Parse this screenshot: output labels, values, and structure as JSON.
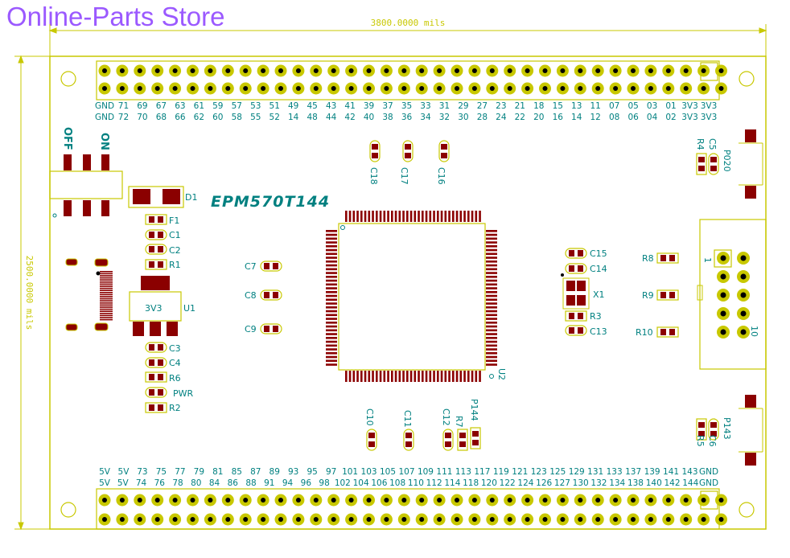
{
  "watermark": "Online-Parts Store",
  "dimensions": {
    "width": "3800.0000 mils",
    "height": "2500.0000 mils"
  },
  "chip_label": "EPM570T144",
  "switch": {
    "off": "OFF",
    "on": "ON"
  },
  "regulator_label": "3V3",
  "header_top": {
    "row1": [
      "GND",
      "71",
      "69",
      "67",
      "63",
      "61",
      "59",
      "57",
      "53",
      "51",
      "49",
      "45",
      "43",
      "41",
      "39",
      "37",
      "35",
      "33",
      "31",
      "29",
      "27",
      "23",
      "21",
      "18",
      "15",
      "13",
      "11",
      "07",
      "05",
      "03",
      "01",
      "3V3",
      "3V3"
    ],
    "row2": [
      "GND",
      "72",
      "70",
      "68",
      "66",
      "62",
      "60",
      "58",
      "55",
      "52",
      "14",
      "48",
      "44",
      "42",
      "40",
      "38",
      "36",
      "34",
      "32",
      "30",
      "28",
      "24",
      "22",
      "20",
      "16",
      "14",
      "12",
      "08",
      "06",
      "04",
      "02",
      "3V3",
      "3V3"
    ]
  },
  "header_bottom": {
    "row1": [
      "5V",
      "5V",
      "73",
      "75",
      "77",
      "79",
      "81",
      "85",
      "87",
      "89",
      "93",
      "95",
      "97",
      "101",
      "103",
      "105",
      "107",
      "109",
      "111",
      "113",
      "117",
      "119",
      "121",
      "123",
      "125",
      "129",
      "131",
      "133",
      "137",
      "139",
      "141",
      "143",
      "GND"
    ],
    "row2": [
      "5V",
      "5V",
      "74",
      "76",
      "78",
      "80",
      "84",
      "86",
      "88",
      "91",
      "94",
      "96",
      "98",
      "102",
      "104",
      "106",
      "108",
      "110",
      "112",
      "114",
      "118",
      "120",
      "122",
      "124",
      "126",
      "127",
      "130",
      "132",
      "134",
      "138",
      "140",
      "142",
      "144",
      "GND"
    ]
  },
  "labels": {
    "D1": "D1",
    "F1": "F1",
    "C1": "C1",
    "C2": "C2",
    "R1": "R1",
    "U1": "U1",
    "C3": "C3",
    "C4": "C4",
    "R6": "R6",
    "PWR": "PWR",
    "R2": "R2",
    "C7": "C7",
    "C8": "C8",
    "C9": "C9",
    "C18": "C18",
    "C17": "C17",
    "C16": "C16",
    "U2": "U2",
    "C10": "C10",
    "C11": "C11",
    "C12": "C12",
    "R7": "R7",
    "P144": "P144",
    "C15": "C15",
    "C14": "C14",
    "X1": "X1",
    "R3": "R3",
    "C13": "C13",
    "R8": "R8",
    "R9": "R9",
    "R10": "R10",
    "J1": "1",
    "J10": "10",
    "R4": "R4",
    "C5": "C5",
    "P020": "P020",
    "R5": "R5",
    "C6": "C6",
    "P143": "P143"
  }
}
